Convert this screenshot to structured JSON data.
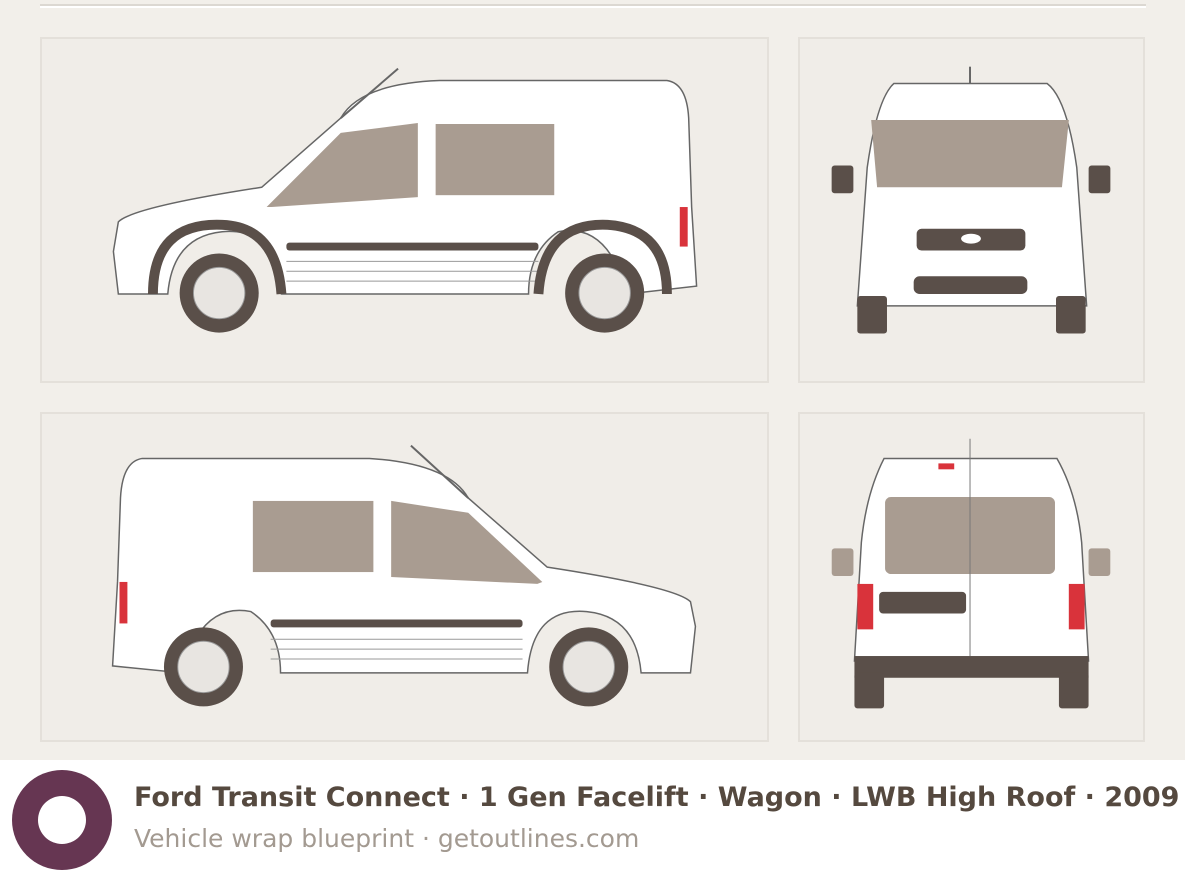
{
  "footer": {
    "title": "Ford Transit Connect · 1 Gen Facelift · Wagon · LWB High Roof · 2009",
    "subtitle": "Vehicle wrap blueprint · getoutlines.com"
  },
  "views": [
    "left-side-view",
    "front-view",
    "right-side-view",
    "rear-view"
  ],
  "colors": {
    "background": "#f2efea",
    "brand": "#663652",
    "glass": "#a99c91",
    "trim": "#5a4f49",
    "light": "#d9333b"
  }
}
